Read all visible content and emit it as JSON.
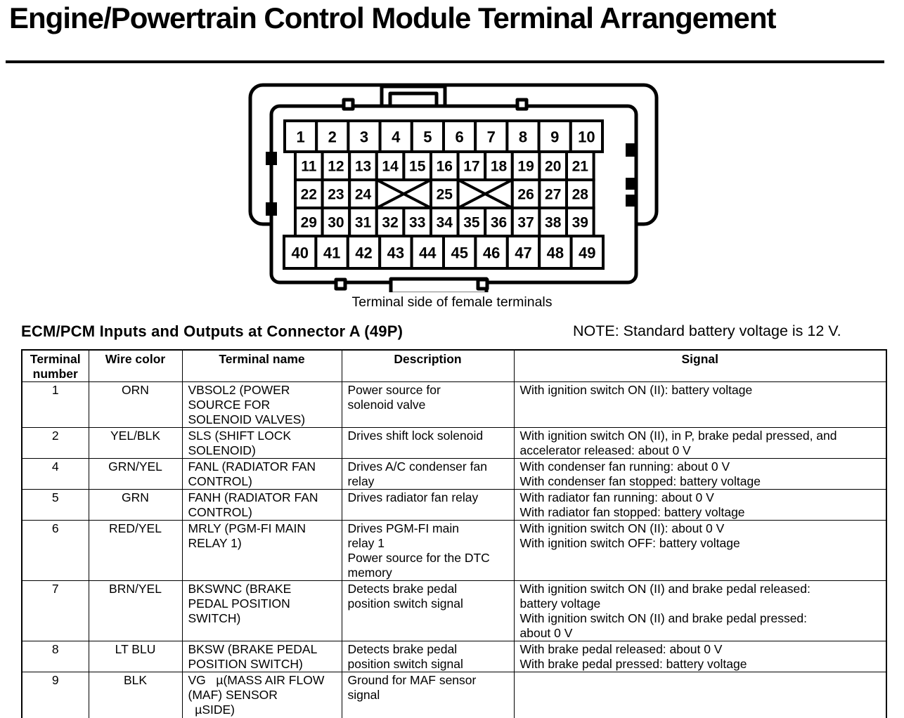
{
  "title": "Engine/Powertrain Control Module Terminal Arrangement",
  "connector": {
    "caption": "Terminal side of female terminals",
    "pin_rows": [
      {
        "cells": [
          "1",
          "2",
          "3",
          "4",
          "5",
          "6",
          "7",
          "8",
          "9",
          "10"
        ]
      },
      {
        "cells": [
          "11",
          "12",
          "13",
          "14",
          "15",
          "16",
          "17",
          "18",
          "19",
          "20",
          "21"
        ]
      },
      {
        "cells": [
          "22",
          "23",
          "24",
          {
            "blank": true,
            "span": 2
          },
          "25",
          {
            "blank": true,
            "span": 2
          },
          "26",
          "27",
          "28"
        ]
      },
      {
        "cells": [
          "29",
          "30",
          "31",
          "32",
          "33",
          "34",
          "35",
          "36",
          "37",
          "38",
          "39"
        ]
      },
      {
        "cells": [
          "40",
          "41",
          "42",
          "43",
          "44",
          "45",
          "46",
          "47",
          "48",
          "49"
        ]
      }
    ]
  },
  "section": {
    "title": "ECM/PCM Inputs and Outputs at Connector A (49P)",
    "note": "NOTE: Standard battery voltage is 12 V."
  },
  "table": {
    "headers": [
      "Terminal\nnumber",
      "Wire color",
      "Terminal name",
      "Description",
      "Signal"
    ],
    "rows": [
      {
        "terminal": "1",
        "wire_color": "ORN",
        "terminal_name": "VBSOL2 (POWER\nSOURCE FOR\nSOLENOID VALVES)",
        "description": "Power source for\nsolenoid valve",
        "signal": "With ignition switch ON (II): battery voltage"
      },
      {
        "terminal": "2",
        "wire_color": "YEL/BLK",
        "terminal_name": "SLS (SHIFT LOCK\nSOLENOID)",
        "description": "Drives shift lock solenoid",
        "signal": "With ignition switch ON (II), in P, brake pedal pressed, and\naccelerator released: about 0 V"
      },
      {
        "terminal": "4",
        "wire_color": "GRN/YEL",
        "terminal_name": "FANL (RADIATOR FAN\nCONTROL)",
        "description": "Drives A/C condenser fan\nrelay",
        "signal": "With condenser fan running: about 0 V\nWith condenser fan stopped: battery voltage"
      },
      {
        "terminal": "5",
        "wire_color": "GRN",
        "terminal_name": "FANH (RADIATOR FAN\nCONTROL)",
        "description": "Drives radiator fan relay",
        "signal": "With radiator fan running: about 0 V\nWith radiator fan stopped: battery voltage"
      },
      {
        "terminal": "6",
        "wire_color": "RED/YEL",
        "terminal_name": "MRLY (PGM-FI MAIN\nRELAY 1)",
        "description": "Drives PGM-FI main\nrelay 1\nPower source for the DTC\nmemory",
        "signal": "With ignition switch ON (II): about 0 V\nWith ignition switch OFF: battery voltage"
      },
      {
        "terminal": "7",
        "wire_color": "BRN/YEL",
        "terminal_name": "BKSWNC (BRAKE\nPEDAL POSITION\nSWITCH)",
        "description": "Detects brake pedal\nposition switch signal",
        "signal": "With ignition switch ON (II) and brake pedal released:\nbattery voltage\nWith ignition switch ON (II) and brake pedal pressed:\nabout 0 V"
      },
      {
        "terminal": "8",
        "wire_color": "LT BLU",
        "terminal_name": "BKSW (BRAKE PEDAL\nPOSITION SWITCH)",
        "description": "Detects brake pedal\nposition switch signal",
        "signal": "With brake pedal released: about 0 V\nWith brake pedal pressed: battery voltage"
      },
      {
        "terminal": "9",
        "wire_color": "BLK",
        "terminal_name": "VG   µ(MASS AIR FLOW\n(MAF) SENSOR\n  µSIDE)",
        "description": "Ground for MAF sensor\nsignal",
        "signal": ""
      }
    ]
  },
  "colors": {
    "ink": "#000000",
    "paper": "#ffffff"
  }
}
